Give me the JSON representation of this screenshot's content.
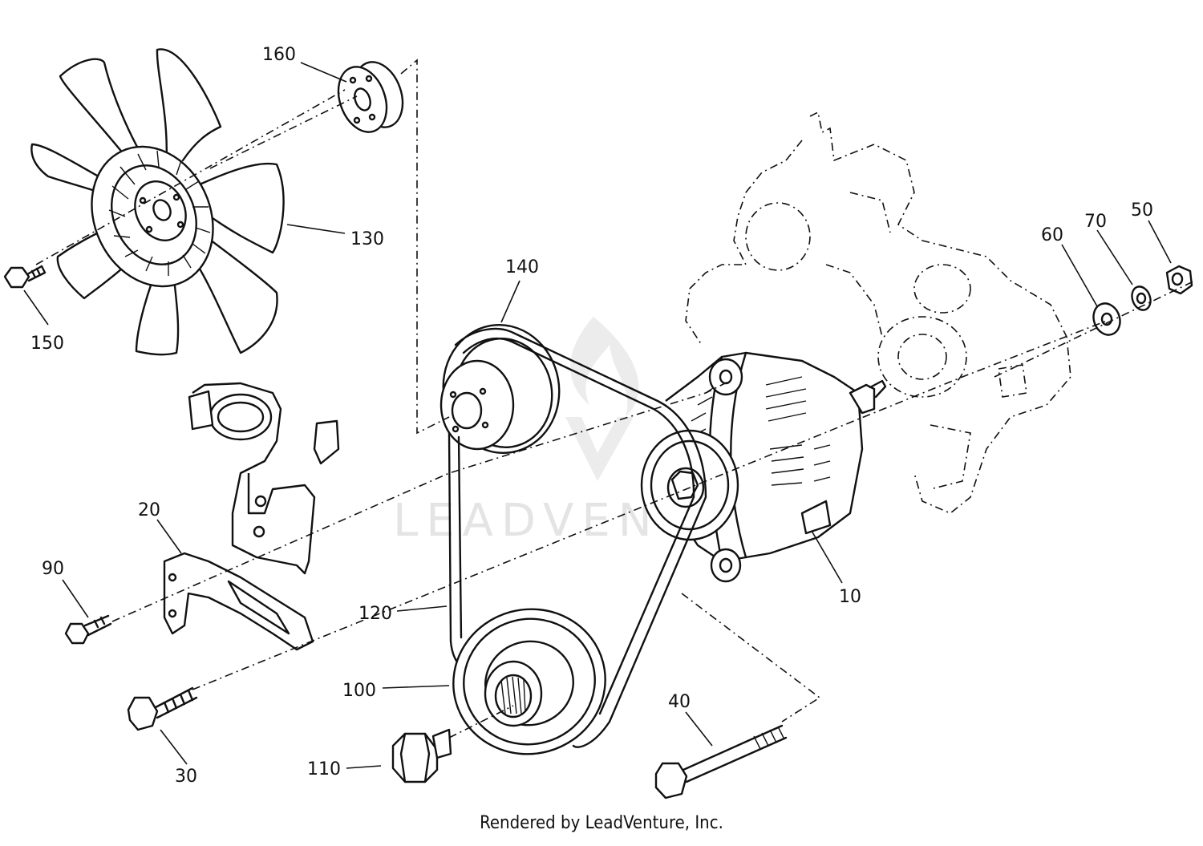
{
  "watermark": {
    "text": "LEADVENTURE"
  },
  "credit": "Rendered by LeadVenture, Inc.",
  "callouts": [
    {
      "id": "160",
      "label": "160"
    },
    {
      "id": "130",
      "label": "130"
    },
    {
      "id": "150",
      "label": "150"
    },
    {
      "id": "140",
      "label": "140"
    },
    {
      "id": "20",
      "label": "20"
    },
    {
      "id": "90",
      "label": "90"
    },
    {
      "id": "120",
      "label": "120"
    },
    {
      "id": "100",
      "label": "100"
    },
    {
      "id": "30",
      "label": "30"
    },
    {
      "id": "110",
      "label": "110"
    },
    {
      "id": "40",
      "label": "40"
    },
    {
      "id": "10",
      "label": "10"
    },
    {
      "id": "60",
      "label": "60"
    },
    {
      "id": "70",
      "label": "70"
    },
    {
      "id": "50",
      "label": "50"
    }
  ]
}
